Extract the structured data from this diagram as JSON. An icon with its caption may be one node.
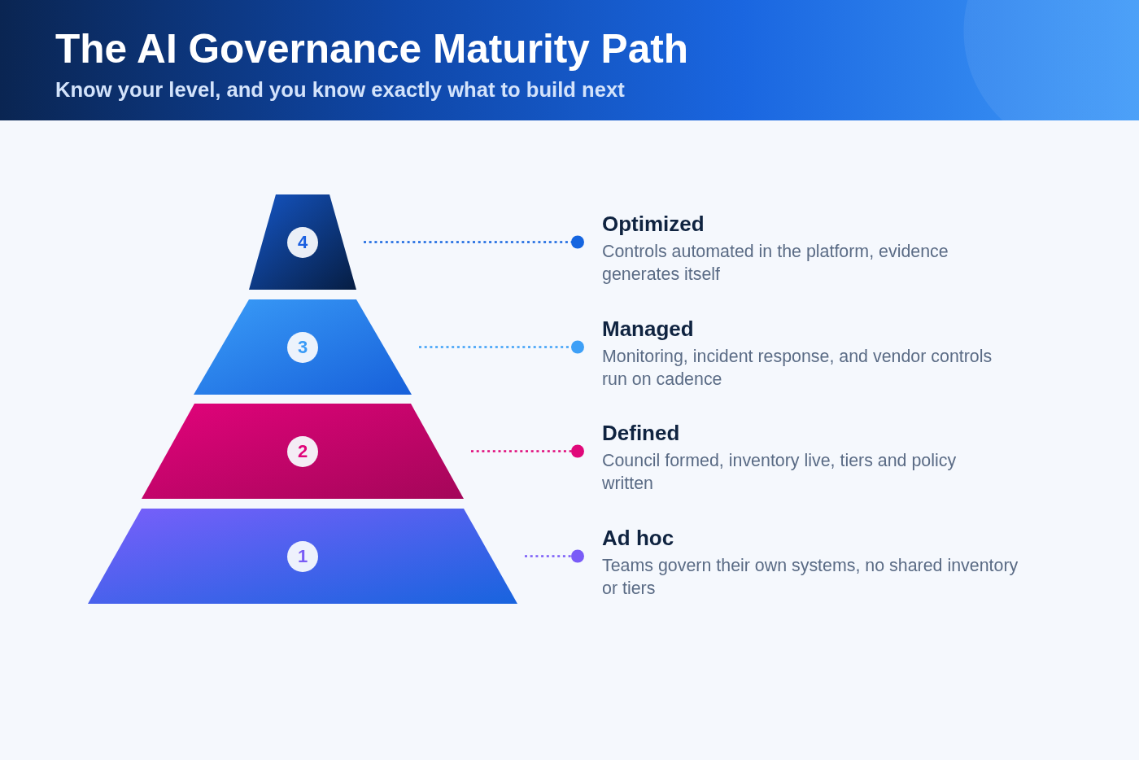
{
  "diagram": {
    "title": "The AI Governance Maturity Path",
    "nodes": [
      {
        "text": [
          "4"
        ]
      },
      {
        "text": [
          "Optimized",
          "Controls automated in the platform, evidence generates itself"
        ]
      },
      {
        "text": [
          "3"
        ]
      },
      {
        "text": [
          "Managed",
          "Monitoring, incident response, and vendor controls run on cadence"
        ]
      },
      {
        "text": [
          "2"
        ]
      },
      {
        "text": [
          "Defined",
          "Council formed, inventory live, tiers and policy written"
        ]
      },
      {
        "text": [
          "1"
        ]
      },
      {
        "text": [
          "Ad hoc",
          "Teams govern their own systems, no shared inventory or tiers"
        ]
      }
    ],
    "edges": [
      {
        "from": 0,
        "to": 1,
        "arrow": "other",
        "style": "dashed",
        "color": "#1565e0"
      },
      {
        "from": 2,
        "to": 3,
        "arrow": "other",
        "style": "dashed",
        "color": "#3ea0f7"
      },
      {
        "from": 4,
        "to": 5,
        "arrow": "other",
        "style": "dashed",
        "color": "#e0087a"
      },
      {
        "from": 6,
        "to": 7,
        "arrow": "other",
        "style": "dashed",
        "color": "#7a5cf7"
      }
    ],
    "labels": [
      "Know your level, and you know exactly what to build next"
    ]
  }
}
